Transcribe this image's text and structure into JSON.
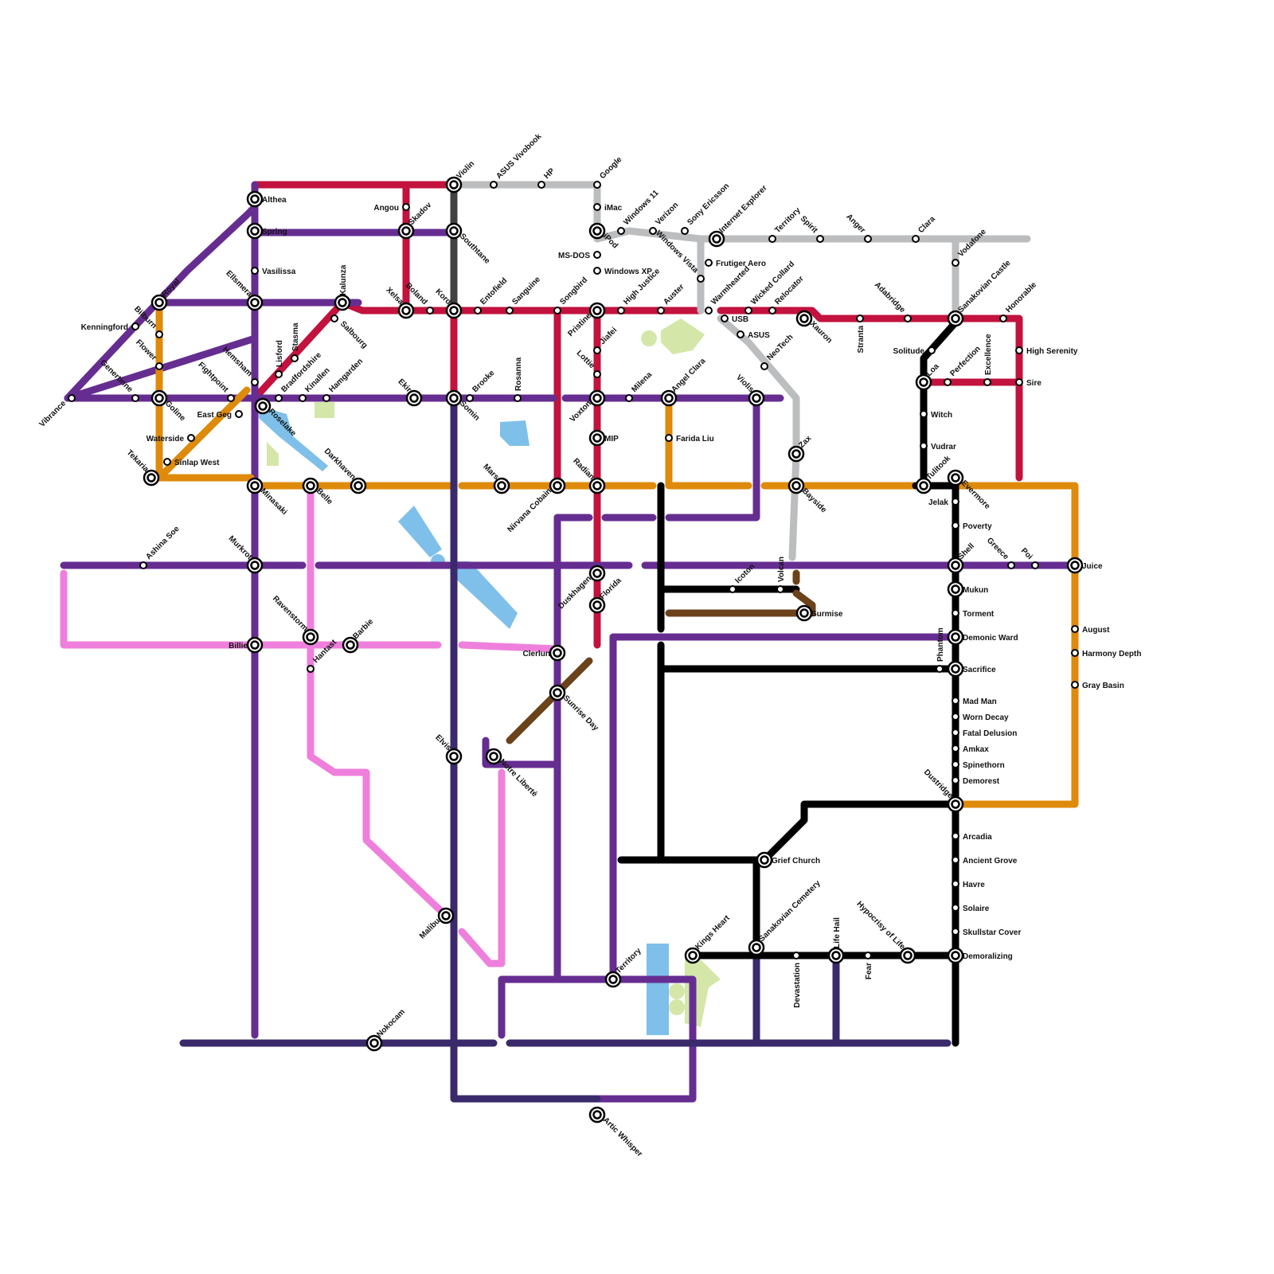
{
  "colors": {
    "red": "#c2123d",
    "purple": "#662d91",
    "orange": "#de8a0a",
    "gray": "#bbbdbf",
    "pink": "#ef7fdc",
    "navy": "#3a2a6b",
    "black": "#000000",
    "brown": "#6b4219",
    "darkgray": "#414042",
    "water": "#7ec0e9",
    "park": "#d4e7a9"
  },
  "stations": [
    {
      "name": "Althea",
      "type": "i"
    },
    {
      "name": "Spring",
      "type": "i"
    },
    {
      "name": "Vasilissa",
      "type": "s"
    },
    {
      "name": "Ellsmera",
      "type": "i"
    },
    {
      "name": "Royal",
      "type": "i"
    },
    {
      "name": "Kenningford",
      "type": "s"
    },
    {
      "name": "Bilburn",
      "type": "s"
    },
    {
      "name": "Flower",
      "type": "s"
    },
    {
      "name": "Genertinne",
      "type": "s"
    },
    {
      "name": "Vibrance",
      "type": "s"
    },
    {
      "name": "Goline",
      "type": "i"
    },
    {
      "name": "Fightpoint",
      "type": "s"
    },
    {
      "name": "Hemsham",
      "type": "s"
    },
    {
      "name": "East Geg",
      "type": "s"
    },
    {
      "name": "Waterside",
      "type": "s"
    },
    {
      "name": "Sinlap West",
      "type": "s"
    },
    {
      "name": "Tekaria",
      "type": "i"
    },
    {
      "name": "Minasaki",
      "type": "i"
    },
    {
      "name": "Lisford",
      "type": "s"
    },
    {
      "name": "Stasma",
      "type": "s"
    },
    {
      "name": "Bradfordshire",
      "type": "s"
    },
    {
      "name": "Kinallen",
      "type": "s"
    },
    {
      "name": "Hamgarden",
      "type": "s"
    },
    {
      "name": "Kalunza",
      "type": "i"
    },
    {
      "name": "Salbourg",
      "type": "s"
    },
    {
      "name": "Roselake",
      "type": "i"
    },
    {
      "name": "Darkhaven",
      "type": "i"
    },
    {
      "name": "Belle",
      "type": "i"
    },
    {
      "name": "Murkrot",
      "type": "i"
    },
    {
      "name": "Ashina Soe",
      "type": "s"
    },
    {
      "name": "Billie",
      "type": "i"
    },
    {
      "name": "Ravenstorm",
      "type": "i"
    },
    {
      "name": "Hantast",
      "type": "s"
    },
    {
      "name": "Barbie",
      "type": "i"
    },
    {
      "name": "Angou",
      "type": "s"
    },
    {
      "name": "Skadov",
      "type": "i"
    },
    {
      "name": "Xelsa",
      "type": "i"
    },
    {
      "name": "Boland",
      "type": "s"
    },
    {
      "name": "Violin",
      "type": "i"
    },
    {
      "name": "Southtane",
      "type": "i"
    },
    {
      "name": "Kord",
      "type": "i"
    },
    {
      "name": "Entofield",
      "type": "s"
    },
    {
      "name": "Sanguine",
      "type": "s"
    },
    {
      "name": "Ekir",
      "type": "i"
    },
    {
      "name": "Somin",
      "type": "i"
    },
    {
      "name": "Brooke",
      "type": "s"
    },
    {
      "name": "Rosanna",
      "type": "s"
    },
    {
      "name": "ASUS Vivobook",
      "type": "s"
    },
    {
      "name": "HP",
      "type": "s"
    },
    {
      "name": "Google",
      "type": "s"
    },
    {
      "name": "iMac",
      "type": "s"
    },
    {
      "name": "iPod",
      "type": "i"
    },
    {
      "name": "MS-DOS",
      "type": "s"
    },
    {
      "name": "Windows XP",
      "type": "s"
    },
    {
      "name": "Windows 11",
      "type": "s"
    },
    {
      "name": "Verizon",
      "type": "s"
    },
    {
      "name": "Sony Ericsson",
      "type": "s"
    },
    {
      "name": "Internet Explorer",
      "type": "i"
    },
    {
      "name": "Windows Vista",
      "type": "s"
    },
    {
      "name": "Frutiger Aero",
      "type": "s"
    },
    {
      "name": "Warmhearted",
      "type": "s"
    },
    {
      "name": "Territory",
      "type": "s"
    },
    {
      "name": "Spirit",
      "type": "s"
    },
    {
      "name": "Anger",
      "type": "s"
    },
    {
      "name": "Clara",
      "type": "s"
    },
    {
      "name": "Vodafone",
      "type": "s"
    },
    {
      "name": "Songbird",
      "type": "s"
    },
    {
      "name": "Pristine",
      "type": "i"
    },
    {
      "name": "High Justice",
      "type": "s"
    },
    {
      "name": "Auster",
      "type": "s"
    },
    {
      "name": "USB",
      "type": "s"
    },
    {
      "name": "Wicked Collard",
      "type": "s"
    },
    {
      "name": "Relocator",
      "type": "s"
    },
    {
      "name": "ASUS",
      "type": "s"
    },
    {
      "name": "NeoTech",
      "type": "s"
    },
    {
      "name": "Xauron",
      "type": "i"
    },
    {
      "name": "Stranta",
      "type": "s"
    },
    {
      "name": "Adabridge",
      "type": "s"
    },
    {
      "name": "Sanakovian Castle",
      "type": "i"
    },
    {
      "name": "Honorable",
      "type": "s"
    },
    {
      "name": "High Serenity",
      "type": "s"
    },
    {
      "name": "Sire",
      "type": "s"
    },
    {
      "name": "Solitude",
      "type": "s"
    },
    {
      "name": "Loa",
      "type": "i"
    },
    {
      "name": "Perfection",
      "type": "s"
    },
    {
      "name": "Excellence",
      "type": "s"
    },
    {
      "name": "Witch",
      "type": "s"
    },
    {
      "name": "Vudrar",
      "type": "s"
    },
    {
      "name": "Tulitook",
      "type": "i"
    },
    {
      "name": "Jelak",
      "type": "s"
    },
    {
      "name": "Evermore",
      "type": "i"
    },
    {
      "name": "Jiafei",
      "type": "s"
    },
    {
      "name": "Lottie",
      "type": "s"
    },
    {
      "name": "Voxton",
      "type": "i"
    },
    {
      "name": "Milena",
      "type": "s"
    },
    {
      "name": "Angel Clara",
      "type": "i"
    },
    {
      "name": "Farida Liu",
      "type": "s"
    },
    {
      "name": "Violis",
      "type": "i"
    },
    {
      "name": "Zax",
      "type": "i"
    },
    {
      "name": "Bayside",
      "type": "i"
    },
    {
      "name": "MIP",
      "type": "i"
    },
    {
      "name": "Radian",
      "type": "i"
    },
    {
      "name": "Nirvana Cobain",
      "type": "i"
    },
    {
      "name": "Mars",
      "type": "i"
    },
    {
      "name": "Duskhagen",
      "type": "i"
    },
    {
      "name": "Florida",
      "type": "i"
    },
    {
      "name": "Icoton",
      "type": "s"
    },
    {
      "name": "Volcan",
      "type": "s"
    },
    {
      "name": "Surmise",
      "type": "i"
    },
    {
      "name": "Clerlun",
      "type": "i"
    },
    {
      "name": "Sunrise Day",
      "type": "i"
    },
    {
      "name": "Poverty",
      "type": "s"
    },
    {
      "name": "Shell",
      "type": "i"
    },
    {
      "name": "Greece",
      "type": "s"
    },
    {
      "name": "Poi",
      "type": "s"
    },
    {
      "name": "Juice",
      "type": "i"
    },
    {
      "name": "Mukun",
      "type": "i"
    },
    {
      "name": "Torment",
      "type": "s"
    },
    {
      "name": "Demonic Ward",
      "type": "i"
    },
    {
      "name": "Phantom",
      "type": "s"
    },
    {
      "name": "Sacrifice",
      "type": "i"
    },
    {
      "name": "August",
      "type": "s"
    },
    {
      "name": "Harmony Depth",
      "type": "s"
    },
    {
      "name": "Gray Basin",
      "type": "s"
    },
    {
      "name": "Mad Man",
      "type": "s"
    },
    {
      "name": "Worn Decay",
      "type": "s"
    },
    {
      "name": "Fatal Delusion",
      "type": "s"
    },
    {
      "name": "Amkax",
      "type": "s"
    },
    {
      "name": "Spinethorn",
      "type": "s"
    },
    {
      "name": "Demorest",
      "type": "s"
    },
    {
      "name": "Dustridge",
      "type": "i"
    },
    {
      "name": "Arcadia",
      "type": "s"
    },
    {
      "name": "Ancient Grove",
      "type": "s"
    },
    {
      "name": "Havre",
      "type": "s"
    },
    {
      "name": "Solaire",
      "type": "s"
    },
    {
      "name": "Skullstar Cover",
      "type": "s"
    },
    {
      "name": "Demoralizing",
      "type": "i"
    },
    {
      "name": "Grief Church",
      "type": "i"
    },
    {
      "name": "Kings Heart",
      "type": "i"
    },
    {
      "name": "Sanakovian Cemetery",
      "type": "i"
    },
    {
      "name": "Devastation",
      "type": "s"
    },
    {
      "name": "Life Hail",
      "type": "i"
    },
    {
      "name": "Fear",
      "type": "s"
    },
    {
      "name": "Hypocrisy of Life",
      "type": "i"
    },
    {
      "name": "Territory",
      "type": "i"
    },
    {
      "name": "Elvis",
      "type": "i"
    },
    {
      "name": "Notre Liberté",
      "type": "i"
    },
    {
      "name": "Malibu",
      "type": "i"
    },
    {
      "name": "Nokocam",
      "type": "i"
    },
    {
      "name": "Artic Whisper",
      "type": "i"
    }
  ]
}
